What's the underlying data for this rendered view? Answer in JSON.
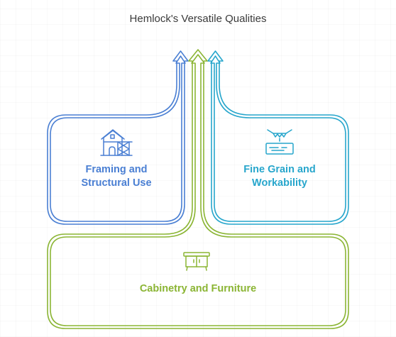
{
  "title": "Hemlock's Versatile Qualities",
  "nodes": [
    {
      "label_line1": "Framing and",
      "label_line2": "Structural Use",
      "icon": "house-scaffold-icon",
      "color": "#4a7fd3"
    },
    {
      "label_line1": "Fine Grain and",
      "label_line2": "Workability",
      "icon": "wood-plank-saw-icon",
      "color": "#27a6cc"
    },
    {
      "label": "Cabinetry and Furniture",
      "icon": "cabinet-icon",
      "color": "#8bb534"
    }
  ]
}
